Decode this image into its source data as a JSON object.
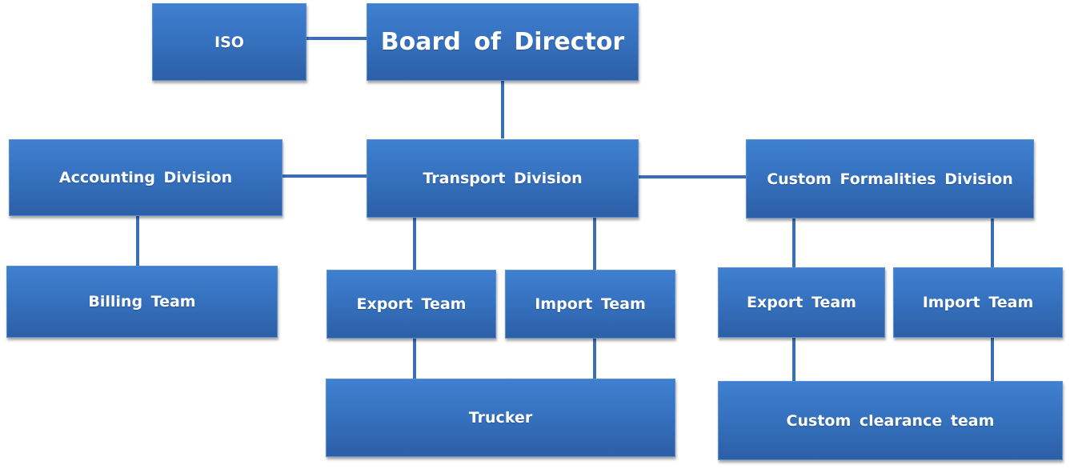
{
  "org_chart": {
    "iso": "ISO",
    "board": "Board of Director",
    "accounting": "Accounting Division",
    "transport": "Transport Division",
    "custom_formalities": "Custom Formalities Division",
    "billing": "Billing Team",
    "transport_export": "Export Team",
    "transport_import": "Import Team",
    "custom_export": "Export Team",
    "custom_import": "Import Team",
    "trucker": "Trucker",
    "custom_clearance": "Custom clearance team"
  },
  "colors": {
    "box_top": "#3f80d0",
    "box_bottom": "#2c5fa6",
    "connector": "#3a6fb8",
    "text": "#ffffff"
  }
}
